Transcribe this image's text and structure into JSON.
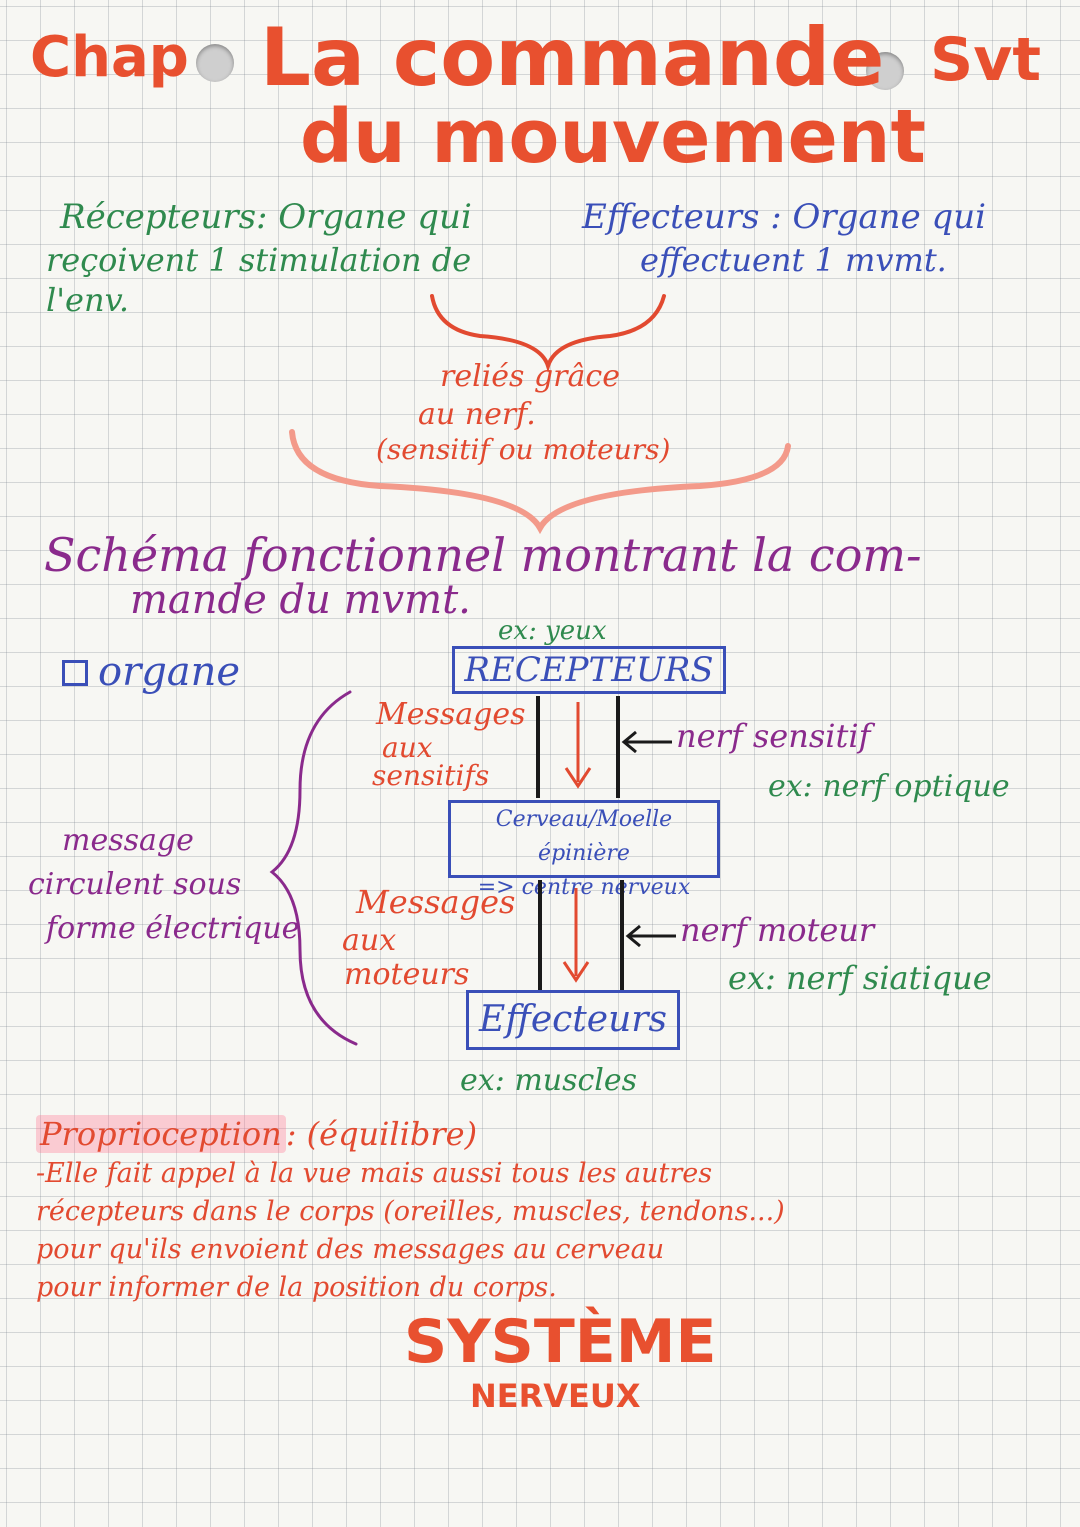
{
  "title": {
    "chap_label": "Chap",
    "line1": "La commande",
    "line2": "du mouvement",
    "subject": "Svt"
  },
  "definitions": {
    "receptors": {
      "line1": "Récepteurs: Organe qui",
      "line2": "reçoivent 1 stimulation de",
      "line3": "l'env."
    },
    "effectors": {
      "line1": "Effecteurs : Organe qui",
      "line2": "effectuent 1 mvmt."
    },
    "linked": {
      "line1": "reliés grâce",
      "line2": "au nerf.",
      "line3": "(sensitif ou moteurs)"
    }
  },
  "schema": {
    "heading_line1": "Schéma fonctionnel montrant la com-",
    "heading_line2": "mande du mvmt.",
    "legend_box_label": "organe",
    "receptors_example": "ex: yeux",
    "receptors_box": "RECEPTEURS",
    "messages_sensory": [
      "Messages",
      "aux",
      "sensitifs"
    ],
    "sensory_nerve": "nerf sensitif",
    "sensory_nerve_example": "ex: nerf optique",
    "center_box_line1": "Cerveau/Moelle épinière",
    "center_box_line2": "=> centre nerveux",
    "message_note": [
      "message",
      "circulent sous",
      "forme électrique"
    ],
    "messages_motor": [
      "Messages",
      "aux",
      "moteurs"
    ],
    "motor_nerve": "nerf moteur",
    "motor_nerve_example": "ex: nerf siatique",
    "effectors_box": "Effecteurs",
    "effectors_example": "ex: muscles"
  },
  "proprioception": {
    "term": "Proprioception",
    "paren": ": (équilibre)",
    "lines": [
      "-Elle fait appel à la vue mais aussi tous les autres",
      "récepteurs dans le corps (oreilles, muscles, tendons...)",
      "pour qu'ils envoient des messages au cerveau",
      "pour informer de la position du corps."
    ]
  },
  "footer": {
    "line1": "SYSTÈME",
    "line2": "NERVEUX"
  },
  "colors": {
    "title": "#e8502f",
    "green": "#2f8a4e",
    "blue": "#3a4fb8",
    "purple": "#8a2a8c",
    "red": "#e24a30",
    "highlight": "#ff7896"
  }
}
